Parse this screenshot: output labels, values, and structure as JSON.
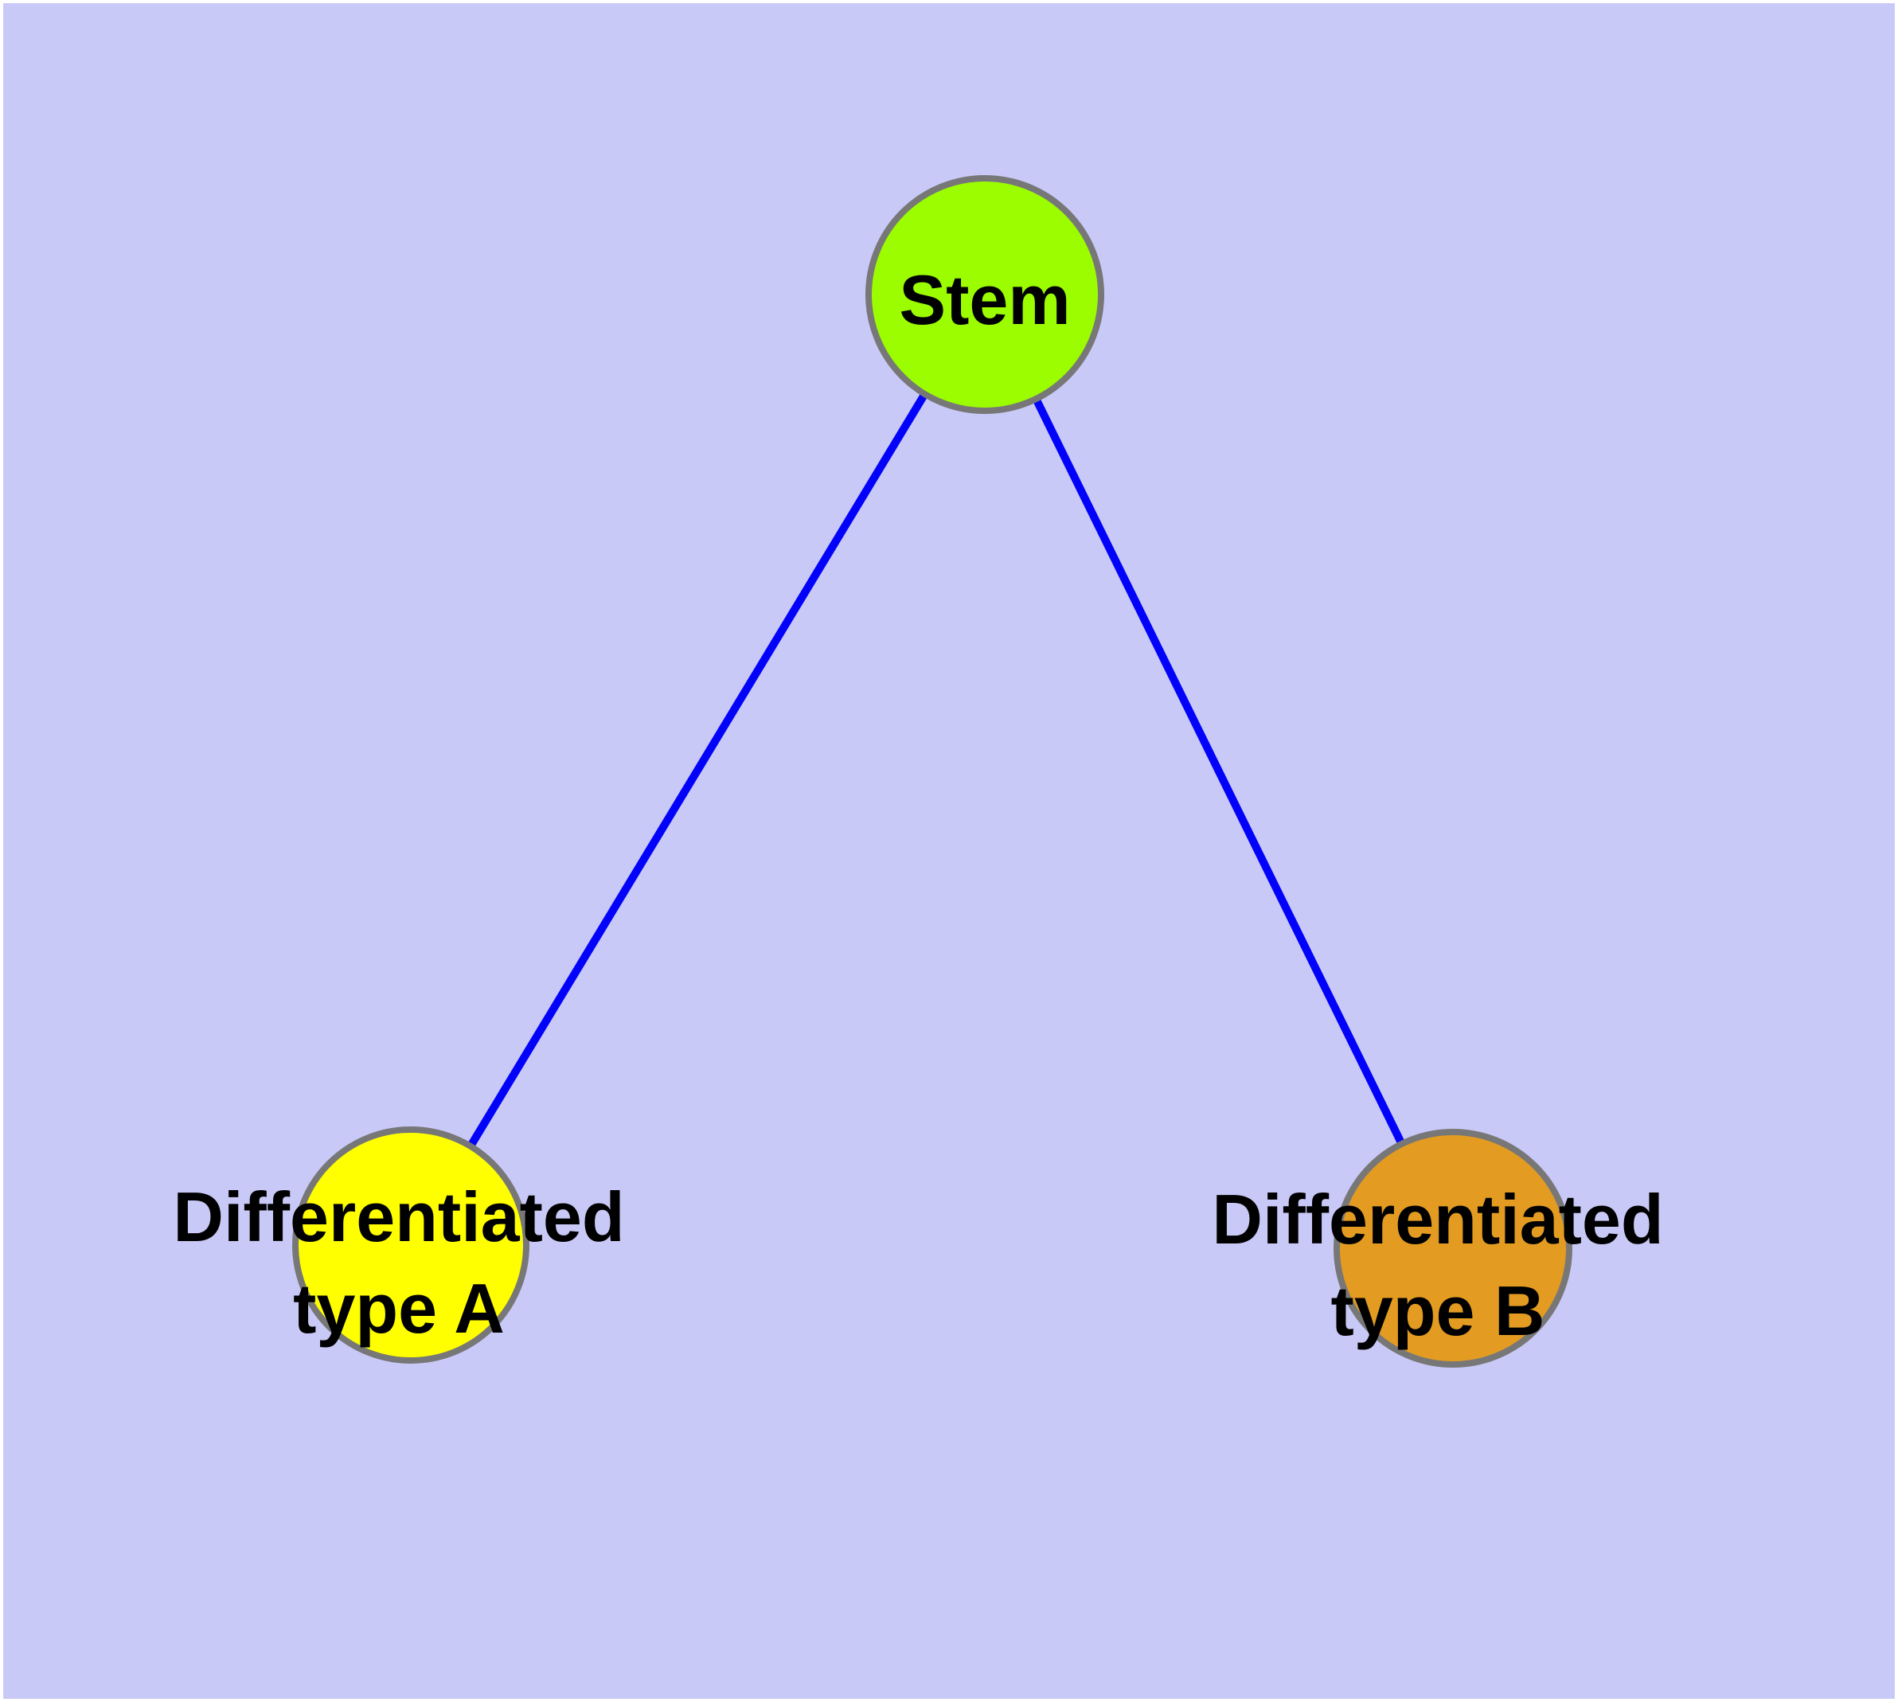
{
  "diagram": {
    "background_color": "#C9C9F7",
    "margin_color": "#FFFFFF",
    "edge_color": "#0202FA",
    "node_border_color": "#777777",
    "label_color": "#000000",
    "nodes": {
      "stem": {
        "label": "Stem",
        "fill": "#9BFD00"
      },
      "type_a": {
        "label_line1": "Differentiated",
        "label_line2": "type A",
        "fill": "#FFFF00"
      },
      "type_b": {
        "label_line1": "Differentiated",
        "label_line2": "type B",
        "fill": "#E39C21"
      }
    },
    "edges": [
      {
        "from": "Stem",
        "to": "Differentiated type A"
      },
      {
        "from": "Stem",
        "to": "Differentiated type B"
      }
    ]
  }
}
